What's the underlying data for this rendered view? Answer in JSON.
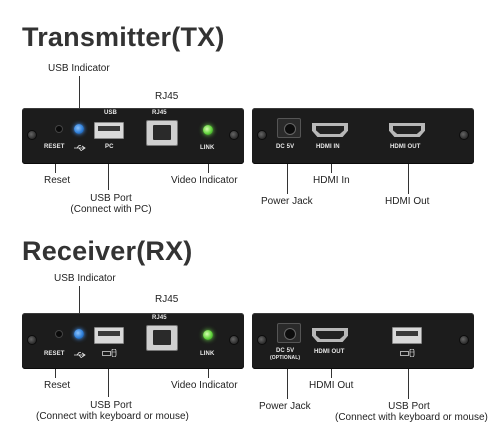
{
  "tx": {
    "heading": "Transmitter(TX)",
    "panel_left": {
      "labels": {
        "usb": "USB",
        "rj45": "RJ45",
        "reset": "RESET",
        "pc": "PC",
        "link": "LINK"
      }
    },
    "panel_right": {
      "labels": {
        "dc": "DC 5V",
        "hdmi_in": "HDMI IN",
        "hdmi_out": "HDMI OUT"
      }
    },
    "callouts": {
      "usb_indicator": "USB Indicator",
      "rj45": "RJ45",
      "reset": "Reset",
      "usb_port_line1": "USB Port",
      "usb_port_line2": "(Connect with PC)",
      "video_indicator": "Video Indicator",
      "power_jack": "Power Jack",
      "hdmi_in": "HDMI In",
      "hdmi_out": "HDMI Out"
    }
  },
  "rx": {
    "heading": "Receiver(RX)",
    "panel_left": {
      "labels": {
        "rj45": "RJ45",
        "reset": "RESET",
        "link": "LINK"
      }
    },
    "panel_right": {
      "labels": {
        "dc": "DC 5V",
        "dc_sub": "(OPTIONAL)",
        "hdmi_out": "HDMI OUT"
      }
    },
    "callouts": {
      "usb_indicator": "USB Indicator",
      "rj45": "RJ45",
      "reset": "Reset",
      "usb_port_line1": "USB Port",
      "usb_port_line2": "(Connect with keyboard or mouse)",
      "video_indicator": "Video Indicator",
      "power_jack": "Power Jack",
      "hdmi_out": "HDMI Out",
      "usb_port2_line1": "USB Port",
      "usb_port2_line2": "(Connect with keyboard or mouse)"
    }
  },
  "colors": {
    "device_body": "#1c1c1c",
    "usb_led": "#2f7fd8",
    "link_led": "#5fd13a",
    "heading": "#333333"
  },
  "icons": {
    "usb_symbol": "usb-trident-icon",
    "keyboard_mouse": "keyboard-mouse-icon"
  }
}
